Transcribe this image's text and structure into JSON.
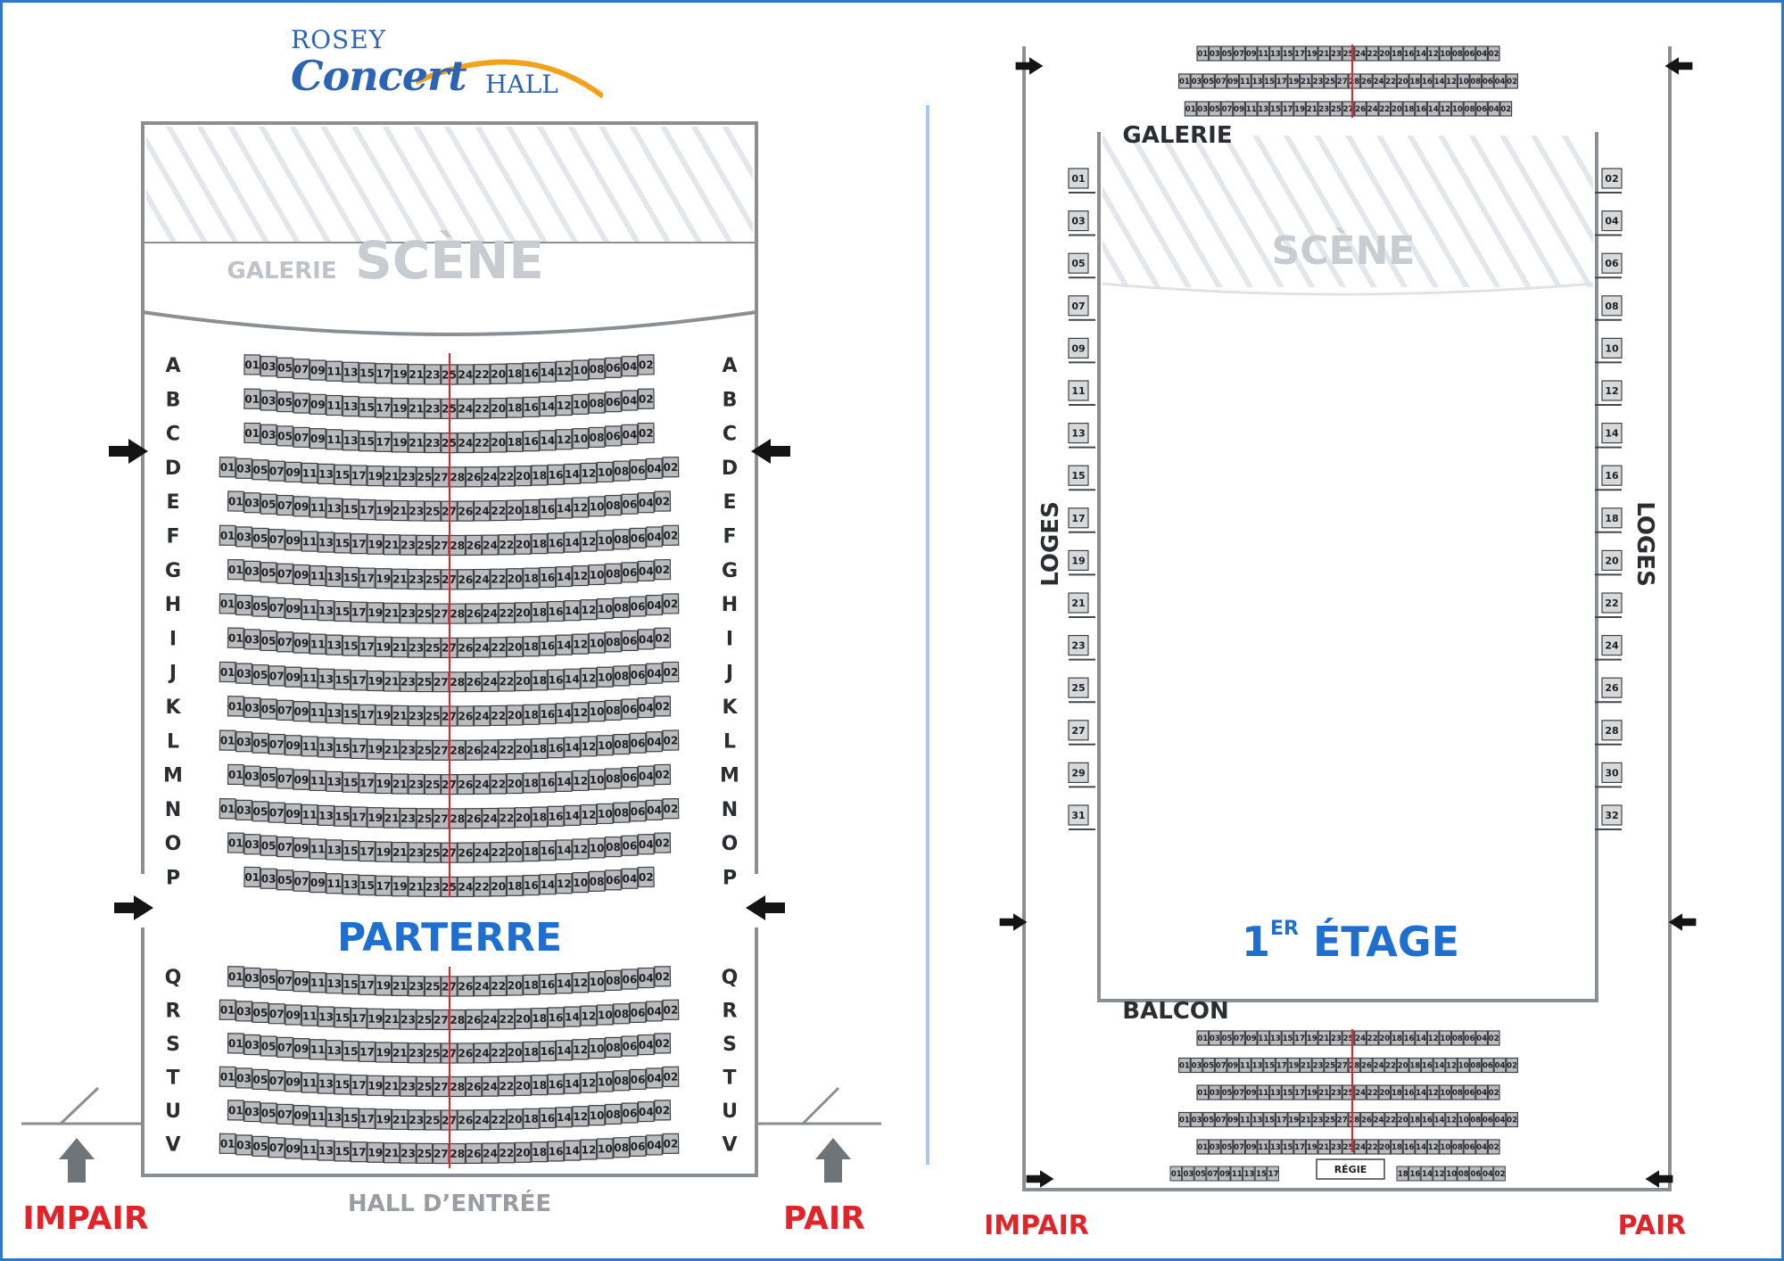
{
  "logo": {
    "line1": "ROSEY",
    "line2": "Concert",
    "line3": "HALL"
  },
  "labels": {
    "scene": "SCÈNE",
    "galerie": "GALERIE",
    "parterre": "PARTERRE",
    "hall": "HALL D’ENTRÉE",
    "impair": "IMPAIR",
    "pair": "PAIR",
    "etage_num": "1",
    "etage_sup": "ER",
    "etage_word": "ÉTAGE",
    "balcon": "BALCON",
    "loges": "LOGES",
    "regie": "RÉGIE"
  },
  "parterre_rows_front": [
    {
      "row": "A",
      "odd": 13,
      "even": 12
    },
    {
      "row": "B",
      "odd": 13,
      "even": 12
    },
    {
      "row": "C",
      "odd": 13,
      "even": 12
    },
    {
      "row": "D",
      "odd": 14,
      "even": 14
    },
    {
      "row": "E",
      "odd": 14,
      "even": 13
    },
    {
      "row": "F",
      "odd": 14,
      "even": 14
    },
    {
      "row": "G",
      "odd": 14,
      "even": 13
    },
    {
      "row": "H",
      "odd": 14,
      "even": 14
    },
    {
      "row": "I",
      "odd": 14,
      "even": 13
    },
    {
      "row": "J",
      "odd": 14,
      "even": 14
    },
    {
      "row": "K",
      "odd": 14,
      "even": 13
    },
    {
      "row": "L",
      "odd": 14,
      "even": 14
    },
    {
      "row": "M",
      "odd": 14,
      "even": 13
    },
    {
      "row": "N",
      "odd": 14,
      "even": 14
    },
    {
      "row": "O",
      "odd": 14,
      "even": 13
    },
    {
      "row": "P",
      "odd": 13,
      "even": 12
    }
  ],
  "parterre_rows_back": [
    {
      "row": "Q",
      "odd": 14,
      "even": 13
    },
    {
      "row": "R",
      "odd": 14,
      "even": 14
    },
    {
      "row": "S",
      "odd": 14,
      "even": 13
    },
    {
      "row": "T",
      "odd": 14,
      "even": 14
    },
    {
      "row": "U",
      "odd": 14,
      "even": 13
    },
    {
      "row": "V",
      "odd": 14,
      "even": 14
    }
  ],
  "galerie_rows": [
    {
      "odd": 13,
      "even": 12
    },
    {
      "odd": 14,
      "even": 14
    },
    {
      "odd": 14,
      "even": 13
    }
  ],
  "balcon_rows": [
    {
      "odd": 13,
      "even": 12
    },
    {
      "odd": 14,
      "even": 14
    },
    {
      "odd": 13,
      "even": 12
    },
    {
      "odd": 14,
      "even": 14
    },
    {
      "odd": 13,
      "even": 12
    }
  ],
  "balcon_last_row": {
    "odd": 9,
    "even": 9
  },
  "loges_left": [
    "01",
    "03",
    "05",
    "07",
    "09",
    "11",
    "13",
    "15",
    "17",
    "19",
    "21",
    "23",
    "25",
    "27",
    "29",
    "31"
  ],
  "loges_right": [
    "02",
    "04",
    "06",
    "08",
    "10",
    "12",
    "14",
    "16",
    "18",
    "20",
    "22",
    "24",
    "26",
    "28",
    "30",
    "32"
  ],
  "colors": {
    "accent_blue": "#1f6fd1",
    "accent_red": "#e0242a",
    "wall": "#8a8f94",
    "seat_fill": "#b9bbbd",
    "seat_stroke": "#3f4246",
    "center_line": "#e0242a",
    "stage_text": "#c8ccd0",
    "hall_text": "#9a9ea3"
  },
  "icons": [
    "arrow-right-icon",
    "arrow-left-icon",
    "arrow-up-icon",
    "door-icon"
  ]
}
